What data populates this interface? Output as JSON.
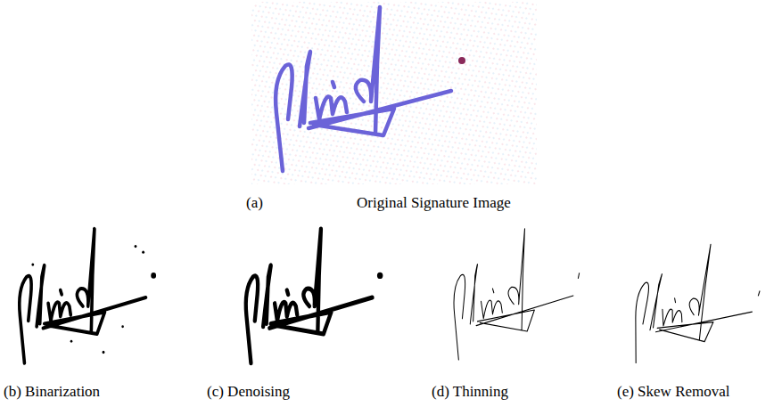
{
  "diagram": {
    "labels": [
      "(a)",
      "Original Signature Image",
      "(b) Binarization",
      "(c) Denoising",
      "(d) Thinning",
      "(e) Skew Removal"
    ]
  }
}
